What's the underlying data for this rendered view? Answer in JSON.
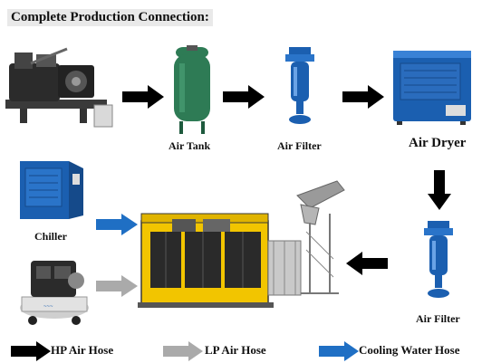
{
  "header": {
    "title": "Complete Production Connection:"
  },
  "equipment": {
    "air_tank": "Air Tank",
    "air_filter_top": "Air Filter",
    "air_dryer": "Air Dryer",
    "chiller": "Chiller",
    "air_filter_bottom": "Air Filter"
  },
  "legend": {
    "hp": "HP Air Hose",
    "lp": "LP Air Hose",
    "cooling": "Cooling Water Hose"
  },
  "colors": {
    "hp_arrow": "#000000",
    "lp_arrow": "#aaaaaa",
    "cooling_arrow": "#1f6fc4",
    "machine_yellow": "#f2c500",
    "equipment_blue": "#1b5fb0",
    "tank_green": "#2e7b55"
  }
}
